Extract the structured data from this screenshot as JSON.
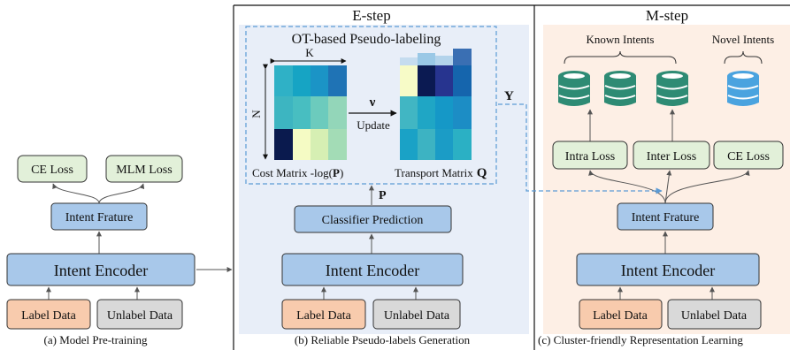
{
  "panel_a": {
    "caption": "(a) Model Pre-training",
    "ce_loss": "CE Loss",
    "mlm_loss": "MLM Loss",
    "intent_feature": "Intent Frature",
    "intent_encoder": "Intent Encoder",
    "label_data": "Label Data",
    "unlabel_data": "Unlabel Data"
  },
  "panel_b": {
    "title": "E-step",
    "caption": "(b) Reliable Pseudo-labels Generation",
    "ot_title": "OT-based Pseudo-labeling",
    "dim_k": "K",
    "dim_n": "N",
    "cost_matrix_label": "Cost Matrix -log(",
    "cost_matrix_symbol": "P",
    "cost_matrix_close": ")",
    "transport_matrix_label": "Transport Matrix",
    "transport_matrix_symbol": "Q",
    "nu_symbol": "ν",
    "update_label": "Update",
    "p_symbol": "P",
    "y_symbol": "Y",
    "classifier_prediction": "Classifier Prediction",
    "intent_encoder": "Intent Encoder",
    "label_data": "Label Data",
    "unlabel_data": "Unlabel Data"
  },
  "panel_c": {
    "title": "M-step",
    "caption": "(c) Cluster-friendly Representation Learning",
    "known_intents": "Known Intents",
    "novel_intents": "Novel Intents",
    "intra_loss": "Intra Loss",
    "inter_loss": "Inter Loss",
    "ce_loss": "CE Loss",
    "intent_feature": "Intent Frature",
    "intent_encoder": "Intent Encoder",
    "label_data": "Label Data",
    "unlabel_data": "Unlabel Data"
  },
  "colors": {
    "loss_green": "#e2f0d9",
    "encoder_blue": "#a8c8ea",
    "label_orange": "#f8cbad",
    "unlabel_gray": "#d9d9d9",
    "estep_bg": "#e8eef8",
    "mstep_bg": "#fdefe5",
    "db_dark": "#2e8b74",
    "db_light": "#4aa3df"
  }
}
